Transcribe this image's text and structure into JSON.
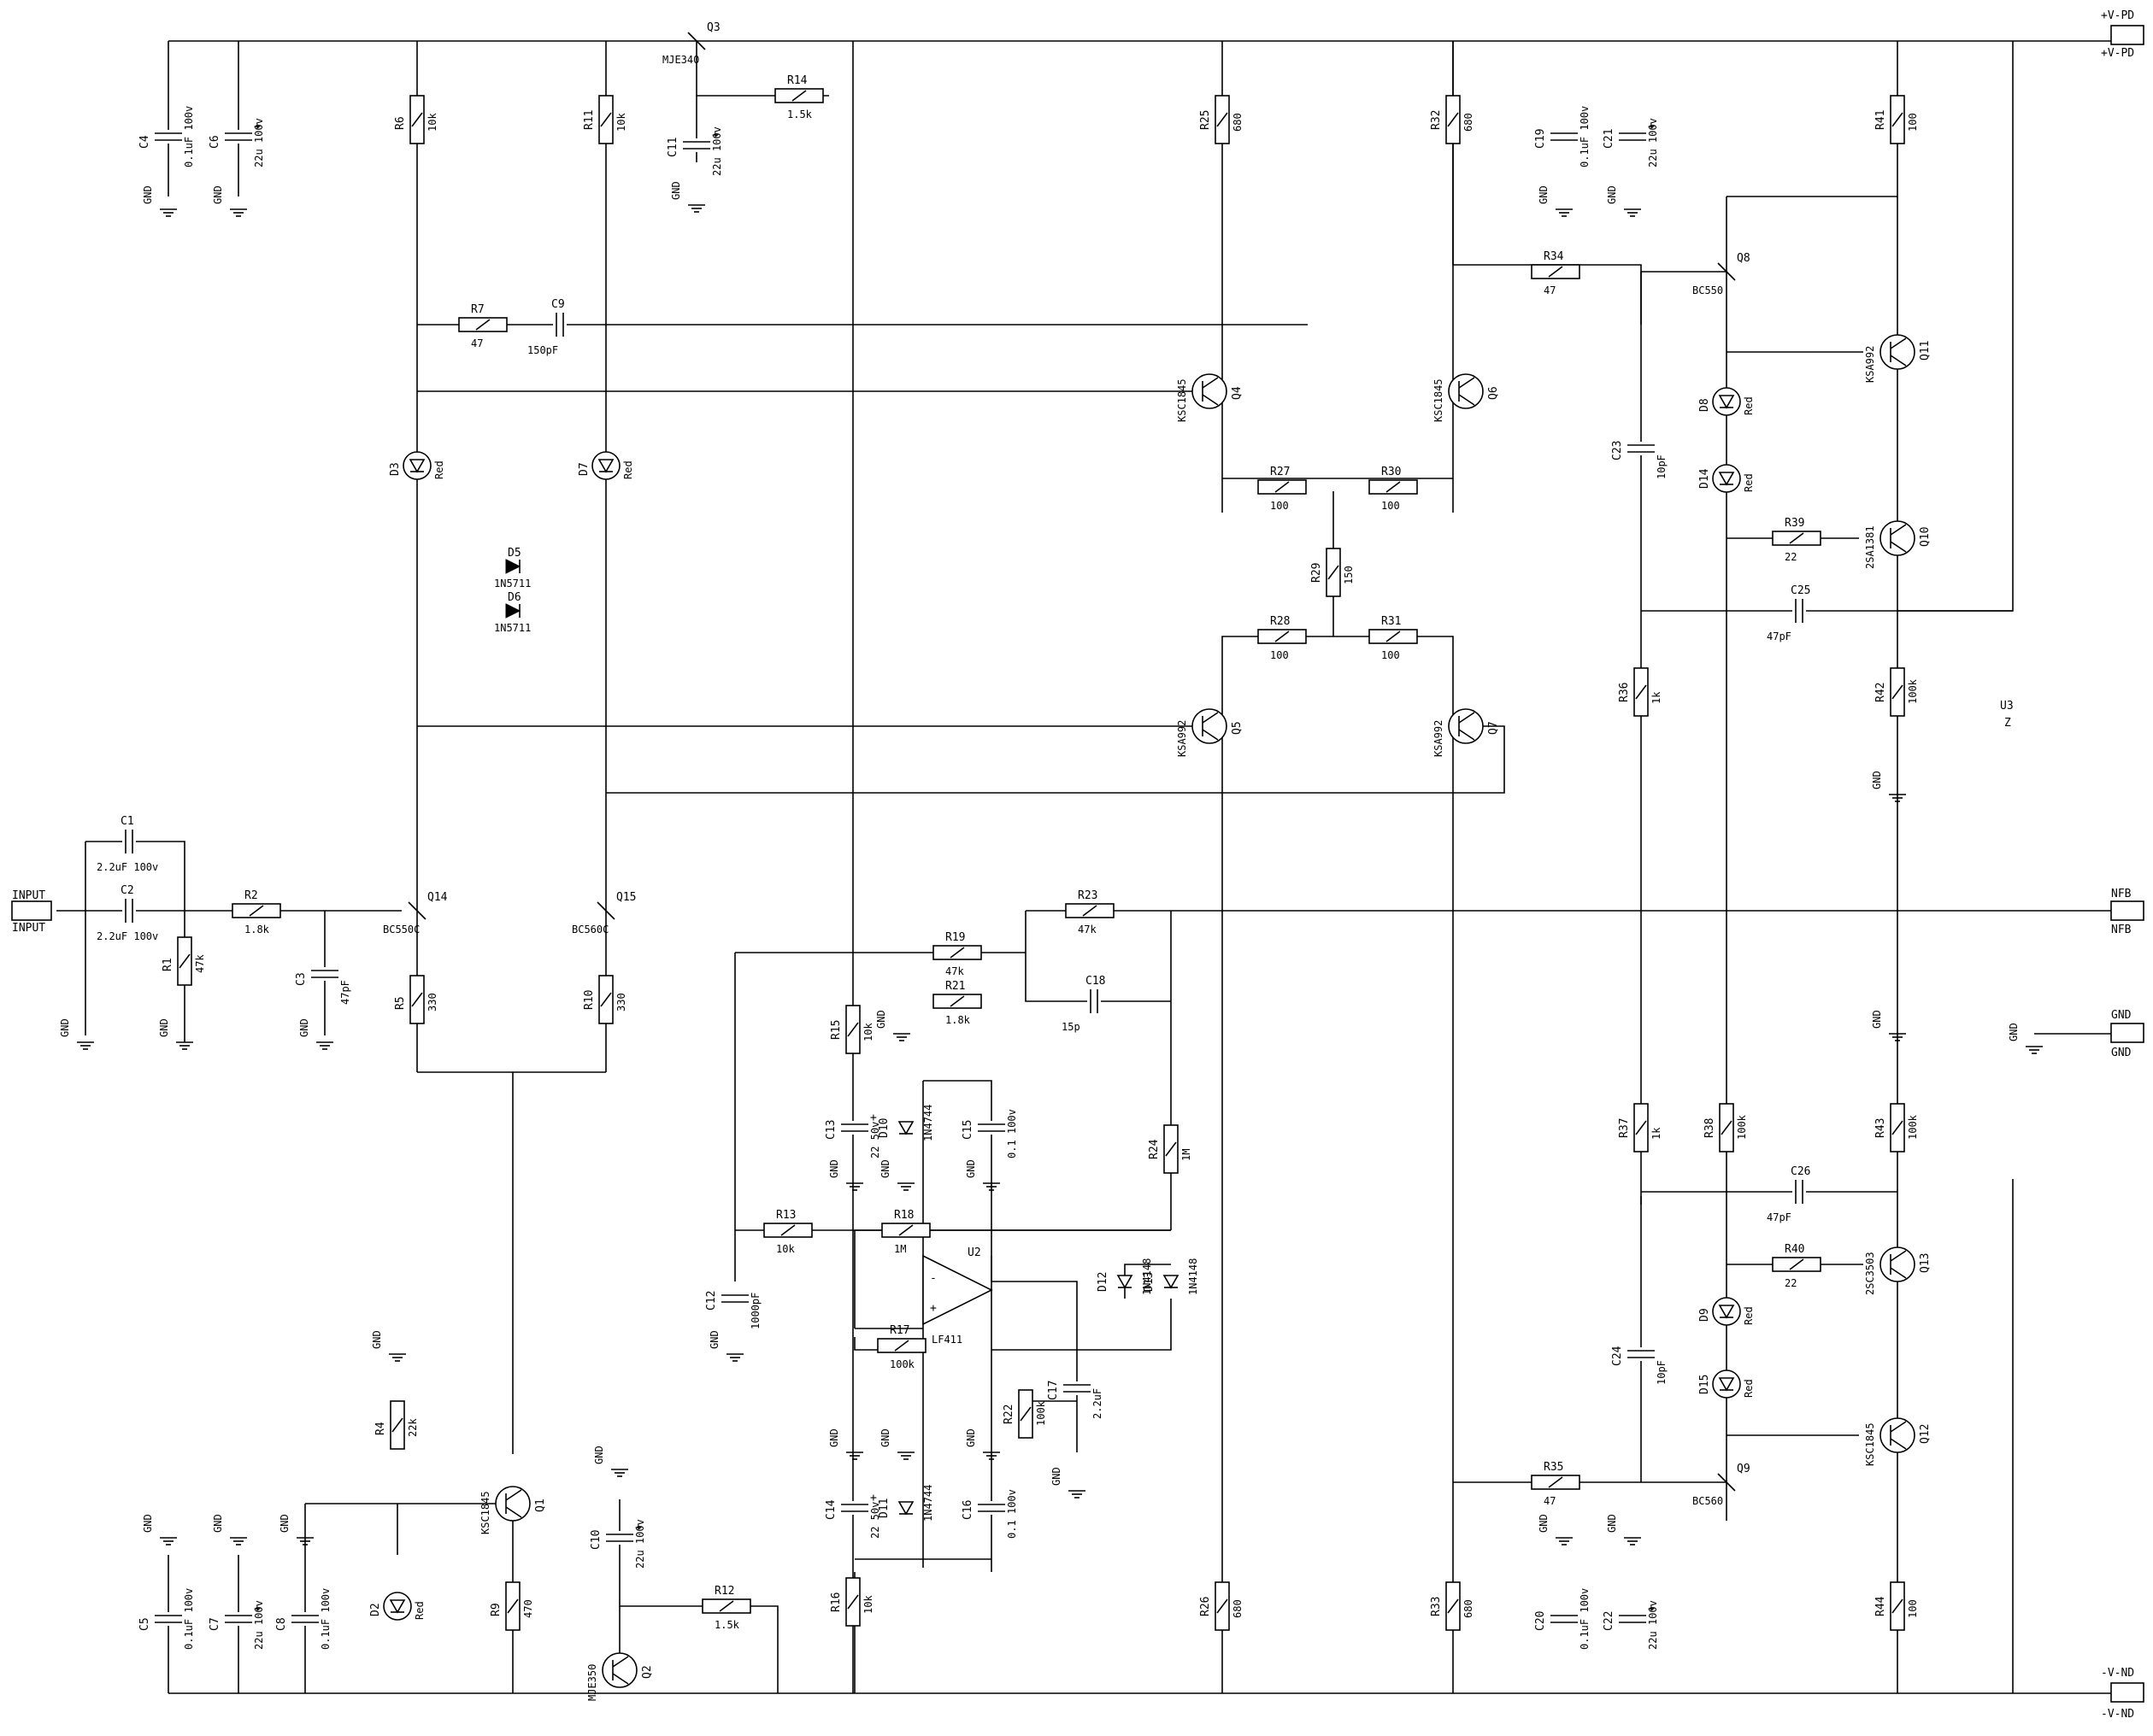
{
  "title": "",
  "ports": {
    "input": {
      "label_top": "INPUT",
      "label_bottom": "INPUT"
    },
    "vpd": {
      "label_top": "+V-PD",
      "label_bottom": "+V-PD"
    },
    "vnd": {
      "label_top": "-V-ND",
      "label_bottom": "-V-ND"
    },
    "nfb": {
      "label_top": "NFB",
      "label_bottom": "NFB"
    },
    "gnd": {
      "label_top": "GND",
      "label_bottom": "GND"
    }
  },
  "gnd_label": "GND",
  "u3": {
    "ref": "U3",
    "value": "Z"
  },
  "resistors": [
    {
      "id": "R1",
      "value": "47k"
    },
    {
      "id": "R2",
      "value": "1.8k"
    },
    {
      "id": "R4",
      "value": "22k"
    },
    {
      "id": "R5",
      "value": "330"
    },
    {
      "id": "R6",
      "value": "10k"
    },
    {
      "id": "R7",
      "value": "47"
    },
    {
      "id": "R9",
      "value": "470"
    },
    {
      "id": "R10",
      "value": "330"
    },
    {
      "id": "R11",
      "value": "10k"
    },
    {
      "id": "R12",
      "value": "1.5k"
    },
    {
      "id": "R13",
      "value": "10k"
    },
    {
      "id": "R14",
      "value": "1.5k"
    },
    {
      "id": "R15",
      "value": "10k"
    },
    {
      "id": "R16",
      "value": "10k"
    },
    {
      "id": "R17",
      "value": "100k"
    },
    {
      "id": "R18",
      "value": "1M"
    },
    {
      "id": "R19",
      "value": "47k"
    },
    {
      "id": "R21",
      "value": "1.8k"
    },
    {
      "id": "R22",
      "value": "100k"
    },
    {
      "id": "R23",
      "value": "47k"
    },
    {
      "id": "R24",
      "value": "1M"
    },
    {
      "id": "R25",
      "value": "680"
    },
    {
      "id": "R26",
      "value": "680"
    },
    {
      "id": "R27",
      "value": "100"
    },
    {
      "id": "R28",
      "value": "100"
    },
    {
      "id": "R29",
      "value": "150"
    },
    {
      "id": "R30",
      "value": "100"
    },
    {
      "id": "R31",
      "value": "100"
    },
    {
      "id": "R32",
      "value": "680"
    },
    {
      "id": "R33",
      "value": "680"
    },
    {
      "id": "R34",
      "value": "47"
    },
    {
      "id": "R35",
      "value": "47"
    },
    {
      "id": "R36",
      "value": "1k"
    },
    {
      "id": "R37",
      "value": "1k"
    },
    {
      "id": "R38",
      "value": "100k"
    },
    {
      "id": "R39",
      "value": "22"
    },
    {
      "id": "R40",
      "value": "22"
    },
    {
      "id": "R41",
      "value": "100"
    },
    {
      "id": "R42",
      "value": "100k"
    },
    {
      "id": "R43",
      "value": "100k"
    },
    {
      "id": "R44",
      "value": "100"
    }
  ],
  "capacitors": [
    {
      "id": "C1",
      "value": "2.2uF 100v"
    },
    {
      "id": "C2",
      "value": "2.2uF 100v"
    },
    {
      "id": "C3",
      "value": "47pF"
    },
    {
      "id": "C4",
      "value": "0.1uF 100v"
    },
    {
      "id": "C5",
      "value": "0.1uF 100v"
    },
    {
      "id": "C6",
      "value": "22u 100v"
    },
    {
      "id": "C7",
      "value": "22u 100v"
    },
    {
      "id": "C8",
      "value": "0.1uF 100v"
    },
    {
      "id": "C9",
      "value": "150pF"
    },
    {
      "id": "C10",
      "value": "22u 100v"
    },
    {
      "id": "C11",
      "value": "22u 100v"
    },
    {
      "id": "C12",
      "value": "1000pF"
    },
    {
      "id": "C13",
      "value": "22 50v"
    },
    {
      "id": "C14",
      "value": "22 50v"
    },
    {
      "id": "C15",
      "value": "0.1 100v"
    },
    {
      "id": "C16",
      "value": "0.1 100v"
    },
    {
      "id": "C17",
      "value": "2.2uF"
    },
    {
      "id": "C18",
      "value": "15p"
    },
    {
      "id": "C19",
      "value": "0.1uF 100v"
    },
    {
      "id": "C20",
      "value": "0.1uF 100v"
    },
    {
      "id": "C21",
      "value": "22u 100v"
    },
    {
      "id": "C22",
      "value": "22u 100v"
    },
    {
      "id": "C23",
      "value": "10pF"
    },
    {
      "id": "C24",
      "value": "10pF"
    },
    {
      "id": "C25",
      "value": "47pF"
    },
    {
      "id": "C26",
      "value": "47pF"
    }
  ],
  "transistors": [
    {
      "id": "Q1",
      "value": "KSC1845"
    },
    {
      "id": "Q2",
      "value": "MJE350"
    },
    {
      "id": "Q3",
      "value": "MJE340"
    },
    {
      "id": "Q4",
      "value": "KSC1845"
    },
    {
      "id": "Q5",
      "value": "KSA992"
    },
    {
      "id": "Q6",
      "value": "KSC1845"
    },
    {
      "id": "Q7",
      "value": "KSA992"
    },
    {
      "id": "Q8",
      "value": "BC550"
    },
    {
      "id": "Q9",
      "value": "BC560"
    },
    {
      "id": "Q10",
      "value": "2SA1381"
    },
    {
      "id": "Q11",
      "value": "KSA992"
    },
    {
      "id": "Q12",
      "value": "KSC1845"
    },
    {
      "id": "Q13",
      "value": "2SC3503"
    },
    {
      "id": "Q14",
      "value": "BC550C"
    },
    {
      "id": "Q15",
      "value": "BC560C"
    }
  ],
  "diodes": [
    {
      "id": "D2",
      "value": "Red"
    },
    {
      "id": "D3",
      "value": "Red"
    },
    {
      "id": "D5",
      "value": "1N5711"
    },
    {
      "id": "D6",
      "value": "1N5711"
    },
    {
      "id": "D7",
      "value": "Red"
    },
    {
      "id": "D8",
      "value": "Red"
    },
    {
      "id": "D9",
      "value": "Red"
    },
    {
      "id": "D10",
      "value": "1N4744"
    },
    {
      "id": "D11",
      "value": "1N4744"
    },
    {
      "id": "D12",
      "value": "1N4148"
    },
    {
      "id": "D13",
      "value": "1N4148"
    },
    {
      "id": "D14",
      "value": "Red"
    },
    {
      "id": "D15",
      "value": "Red"
    }
  ],
  "opamp": {
    "id": "U2",
    "value": "LF411"
  }
}
